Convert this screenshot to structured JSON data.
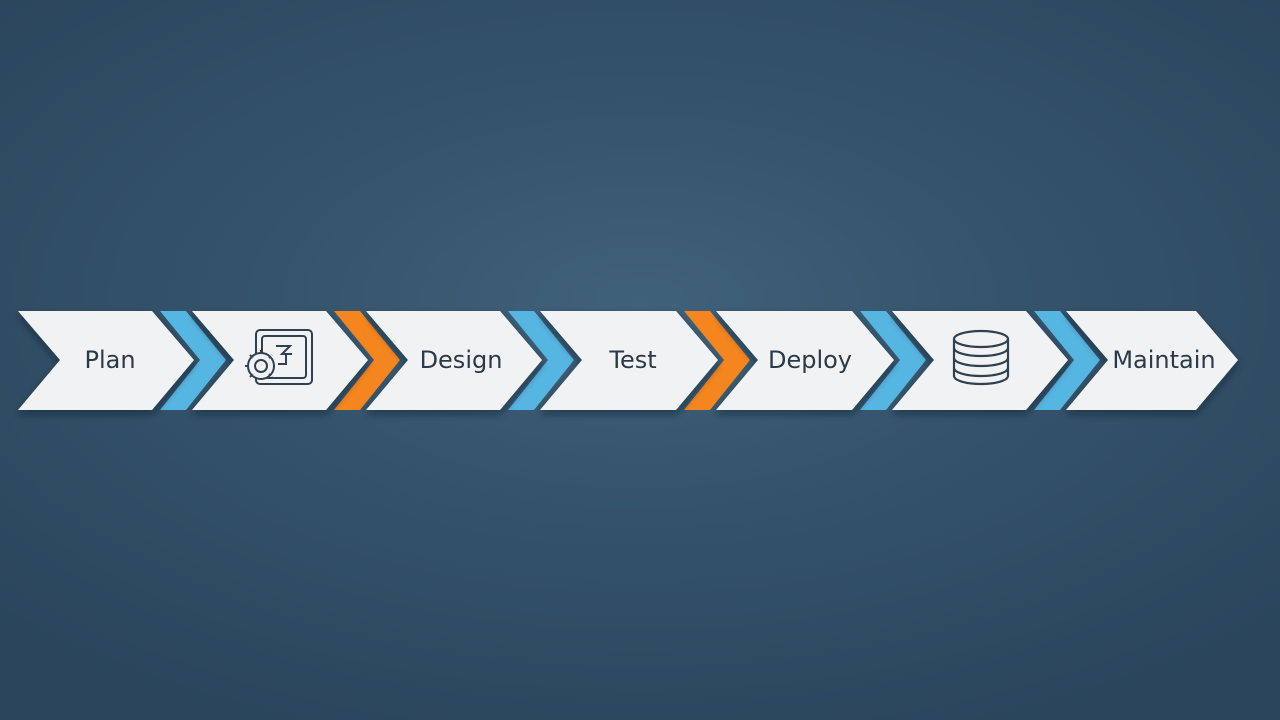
{
  "colors": {
    "background": "#34536b",
    "chevron_fill": "#f1f2f4",
    "connector_blue": "#56b6e2",
    "connector_orange": "#f5861f",
    "text": "#2b3a48",
    "icon_stroke": "#2f4050"
  },
  "steps": [
    {
      "label": "Plan"
    },
    {
      "label": "",
      "icon": "gear-design-icon"
    },
    {
      "label": "Design"
    },
    {
      "label": "Test"
    },
    {
      "label": "Deploy"
    },
    {
      "label": "",
      "icon": "database-icon"
    },
    {
      "label": "Maintain"
    }
  ],
  "connectors": [
    "blue",
    "orange",
    "blue",
    "orange",
    "blue",
    "blue"
  ]
}
